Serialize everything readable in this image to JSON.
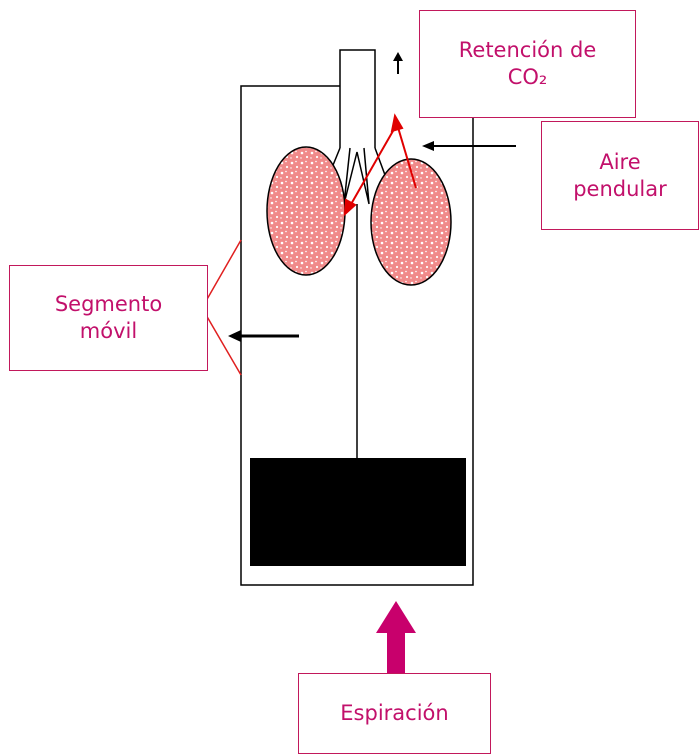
{
  "labels": {
    "retencion": {
      "line1": "Retención de",
      "line2": "CO₂"
    },
    "aire_pendular": {
      "line1": "Aire",
      "line2": "pendular"
    },
    "segmento_movil": {
      "line1": "Segmento",
      "line2": "móvil"
    },
    "espiracion": "Espiración"
  },
  "colors": {
    "label_text": "#c2106b",
    "label_border": "#c2185b",
    "lung_fill": "#f08a8a",
    "flow_arrow": "#e00000",
    "push_arrow": "#c8006c",
    "piston": "#000000"
  }
}
